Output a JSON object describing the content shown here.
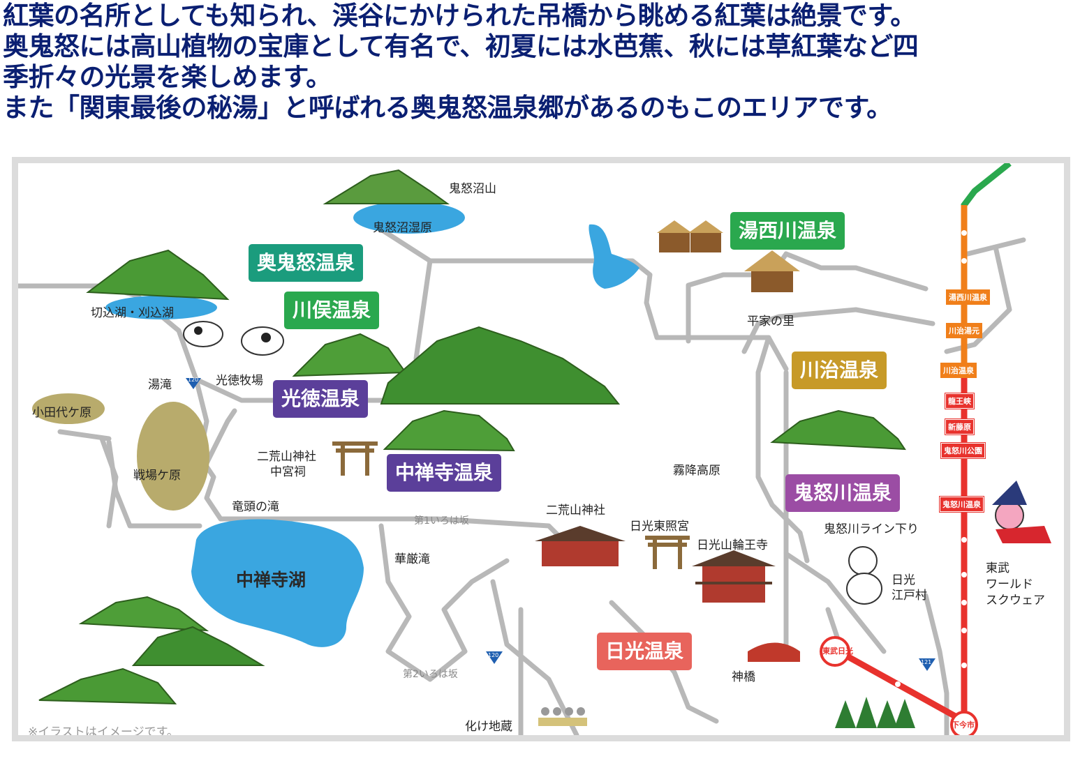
{
  "intro": {
    "lines": [
      "紅葉の名所としても知られ、渓谷にかけられた吊橋から眺める紅葉は絶景です。",
      "奥鬼怒には高山植物の宝庫として有名で、初夏には水芭蕉、秋には草紅葉など四",
      "季折々の光景を楽しめます。",
      "また「関東最後の秘湯」と呼ばれる奥鬼怒温泉郷があるのもこのエリアです。"
    ]
  },
  "map": {
    "onsen": {
      "okukinu": "奥鬼怒温泉",
      "kawamata": "川俣温泉",
      "yunishigawa": "湯西川温泉",
      "kawaji": "川治温泉",
      "kotoku": "光徳温泉",
      "chuzenji": "中禅寺温泉",
      "kinugawa": "鬼怒川温泉",
      "nikko": "日光温泉"
    },
    "colors": {
      "teal": "#1b9c7d",
      "green": "#2aa84e",
      "purple": "#5b3f9a",
      "violet": "#9b4da4",
      "gold": "#c79a28",
      "salmon": "#e8645c",
      "lake": "#3aa6e0",
      "road": "#b5b5b5",
      "rail_red": "#e8322d",
      "rail_orange": "#f07f1a"
    },
    "labels": {
      "kinunumayama": "鬼怒沼山",
      "kinunuma_shitsugen": "鬼怒沼湿原",
      "kirikomi": "切込湖・刈込湖",
      "yutaki": "湯滝",
      "kotoku_bokujo": "光徳牧場",
      "odashirogahara": "小田代ケ原",
      "senjogahara": "戦場ケ原",
      "futarasan_chugushi_1": "二荒山神社",
      "futarasan_chugushi_2": "中宮祠",
      "ryuzu": "竜頭の滝",
      "irohazaka1": "第1いろは坂",
      "irohazaka2": "第2いろは坂",
      "kegon": "華厳滝",
      "chuzenjiko": "中禅寺湖",
      "heike": "平家の里",
      "kirifuri": "霧降高原",
      "futarasan": "二荒山神社",
      "toshogu": "日光東照宮",
      "rinnoji": "日光山輪王寺",
      "shinkyo": "神橋",
      "bakejizo": "化け地蔵",
      "line_kudari": "鬼怒川ライン下り",
      "edomura_1": "日光",
      "edomura_2": "江戸村",
      "tobu_world_1": "東武",
      "tobu_world_2": "ワールド",
      "tobu_world_3": "スクウェア",
      "route120": "120",
      "route121": "121"
    },
    "stations": {
      "yunishigawa": "湯西川温泉",
      "kawaji_yumoto": "川治湯元",
      "kawaji_onsen": "川治温泉",
      "ryuokyo": "龍王峡",
      "shinfujiwara": "新藤原",
      "kinugawa_koen": "鬼怒川公園",
      "kinugawa_onsen": "鬼怒川温泉",
      "tobu_nikko": "東武日光",
      "shimoimaichi": "下今市"
    },
    "note": "※イラストはイメージです。"
  }
}
